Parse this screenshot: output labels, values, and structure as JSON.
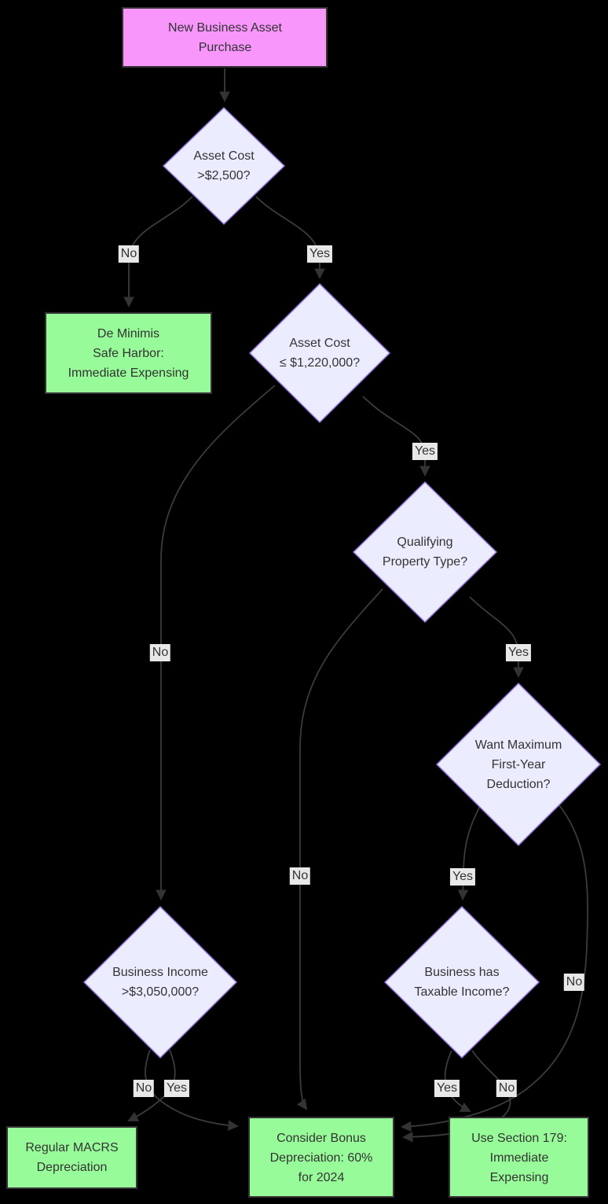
{
  "diagram": {
    "type": "flowchart",
    "direction": "top-down",
    "colors": {
      "background": "#000000",
      "start_node_fill": "#f896fc",
      "outcome_node_fill": "#98fb99",
      "decision_node_fill": "#ececff",
      "decision_node_border": "#9370db",
      "rect_node_border": "#333333",
      "edge_stroke": "#3b3b3b",
      "edge_label_background": "#e8e8e8",
      "text": "#333333"
    },
    "nodes": {
      "start": {
        "type": "start",
        "label": "New Business Asset\nPurchase"
      },
      "asset_cost_2500": {
        "type": "decision",
        "label": "Asset Cost\n>$2,500?"
      },
      "de_minimis": {
        "type": "outcome",
        "label": "De Minimis\nSafe Harbor:\nImmediate Expensing"
      },
      "asset_cost_1220000": {
        "type": "decision",
        "label": "Asset Cost\n≤ $1,220,000?"
      },
      "qualifying_property": {
        "type": "decision",
        "label": "Qualifying\nProperty Type?"
      },
      "want_max_deduction": {
        "type": "decision",
        "label": "Want Maximum\nFirst-Year\nDeduction?"
      },
      "business_income": {
        "type": "decision",
        "label": "Business Income\n>$3,050,000?"
      },
      "taxable_income": {
        "type": "decision",
        "label": "Business has\nTaxable Income?"
      },
      "macrs": {
        "type": "outcome",
        "label": "Regular MACRS\nDepreciation"
      },
      "bonus": {
        "type": "outcome",
        "label": "Consider Bonus\nDepreciation: 60%\nfor 2024"
      },
      "section179": {
        "type": "outcome",
        "label": "Use Section 179:\nImmediate\nExpensing"
      }
    },
    "edges": [
      {
        "from": "start",
        "to": "asset_cost_2500",
        "label": ""
      },
      {
        "from": "asset_cost_2500",
        "to": "de_minimis",
        "label": "No"
      },
      {
        "from": "asset_cost_2500",
        "to": "asset_cost_1220000",
        "label": "Yes"
      },
      {
        "from": "asset_cost_1220000",
        "to": "business_income",
        "label": "No"
      },
      {
        "from": "asset_cost_1220000",
        "to": "qualifying_property",
        "label": "Yes"
      },
      {
        "from": "qualifying_property",
        "to": "bonus",
        "label": "No"
      },
      {
        "from": "qualifying_property",
        "to": "want_max_deduction",
        "label": "Yes"
      },
      {
        "from": "want_max_deduction",
        "to": "taxable_income",
        "label": "Yes"
      },
      {
        "from": "want_max_deduction",
        "to": "bonus",
        "label": "No"
      },
      {
        "from": "business_income",
        "to": "bonus",
        "label": "No"
      },
      {
        "from": "business_income",
        "to": "macrs",
        "label": "Yes"
      },
      {
        "from": "taxable_income",
        "to": "section179",
        "label": "Yes"
      },
      {
        "from": "taxable_income",
        "to": "bonus",
        "label": "No"
      }
    ]
  }
}
